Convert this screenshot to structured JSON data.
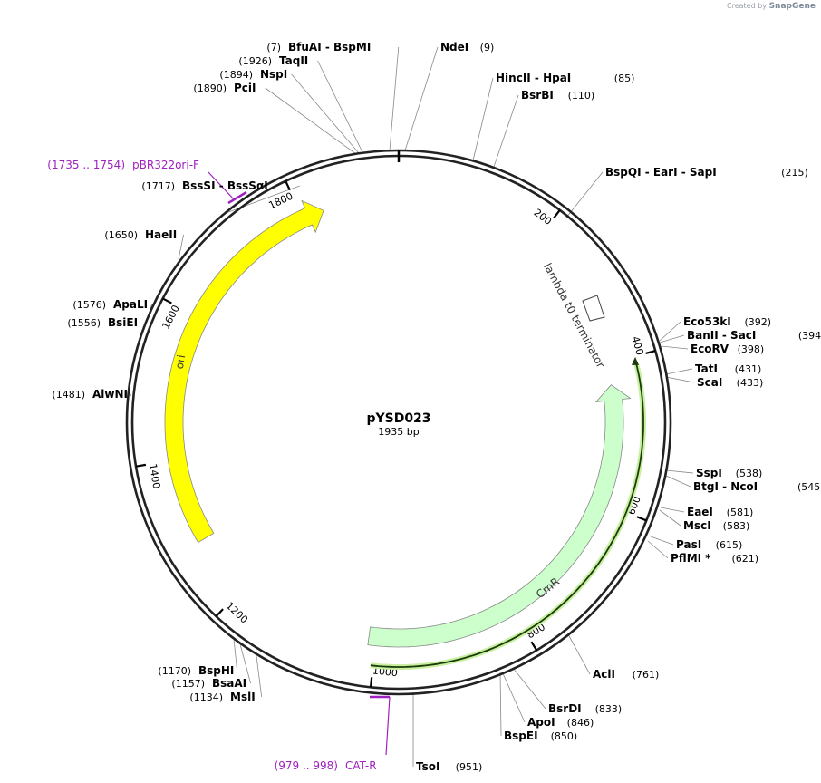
{
  "credit": {
    "prefix": "Created by",
    "brand": "SnapGene"
  },
  "plasmid": {
    "name": "pYSD023",
    "size_label": "1935 bp",
    "length": 1935
  },
  "ticks": [
    "200",
    "400",
    "600",
    "800",
    "1000",
    "1200",
    "1400",
    "1600",
    "1800"
  ],
  "features": [
    {
      "name": "ori",
      "color": "#ffff00",
      "stroke": "#888888"
    },
    {
      "name": "CmR",
      "color": "#ccffcc",
      "stroke": "#888888"
    },
    {
      "name": "lambda t0 terminator",
      "color": "#ffffff",
      "stroke": "#444444"
    }
  ],
  "primers": [
    {
      "label": "pBR322ori-F",
      "range": "(1735 .. 1754)",
      "color": "#a020c0"
    },
    {
      "label": "CAT-R",
      "range": "(979 .. 998)",
      "color": "#a020c0"
    }
  ],
  "sites": [
    {
      "names": [
        "BfuAI",
        "BspMI"
      ],
      "pos": "(7)"
    },
    {
      "names": [
        "NdeI"
      ],
      "pos": "(9)"
    },
    {
      "names": [
        "TaqII"
      ],
      "pos": "(1926)"
    },
    {
      "names": [
        "NspI"
      ],
      "pos": "(1894)"
    },
    {
      "names": [
        "PciI"
      ],
      "pos": "(1890)"
    },
    {
      "names": [
        "HincII",
        "HpaI"
      ],
      "pos": "(85)"
    },
    {
      "names": [
        "BsrBI"
      ],
      "pos": "(110)"
    },
    {
      "names": [
        "BspQI",
        "EarI",
        "SapI"
      ],
      "pos": "(215)"
    },
    {
      "names": [
        "Eco53kI"
      ],
      "pos": "(392)"
    },
    {
      "names": [
        "BanII",
        "SacI"
      ],
      "pos": "(394)"
    },
    {
      "names": [
        "EcoRV"
      ],
      "pos": "(398)"
    },
    {
      "names": [
        "TatI"
      ],
      "pos": "(431)"
    },
    {
      "names": [
        "ScaI"
      ],
      "pos": "(433)"
    },
    {
      "names": [
        "SspI"
      ],
      "pos": "(538)"
    },
    {
      "names": [
        "BtgI",
        "NcoI"
      ],
      "pos": "(545)"
    },
    {
      "names": [
        "EaeI"
      ],
      "pos": "(581)"
    },
    {
      "names": [
        "MscI"
      ],
      "pos": "(583)"
    },
    {
      "names": [
        "PasI"
      ],
      "pos": "(615)"
    },
    {
      "names": [
        "PflMI *"
      ],
      "pos": "(621)"
    },
    {
      "names": [
        "AclI"
      ],
      "pos": "(761)"
    },
    {
      "names": [
        "BsrDI"
      ],
      "pos": "(833)"
    },
    {
      "names": [
        "ApoI"
      ],
      "pos": "(846)"
    },
    {
      "names": [
        "BspEI"
      ],
      "pos": "(850)"
    },
    {
      "names": [
        "TsoI"
      ],
      "pos": "(951)"
    },
    {
      "names": [
        "BspHI"
      ],
      "pos": "(1170)"
    },
    {
      "names": [
        "BsaAI"
      ],
      "pos": "(1157)"
    },
    {
      "names": [
        "MslI"
      ],
      "pos": "(1134)"
    },
    {
      "names": [
        "AlwNI"
      ],
      "pos": "(1481)"
    },
    {
      "names": [
        "BsiEI"
      ],
      "pos": "(1556)"
    },
    {
      "names": [
        "ApaLI"
      ],
      "pos": "(1576)"
    },
    {
      "names": [
        "HaeII"
      ],
      "pos": "(1650)"
    },
    {
      "names": [
        "BssSI",
        "BssSαI"
      ],
      "pos": "(1717)"
    }
  ]
}
